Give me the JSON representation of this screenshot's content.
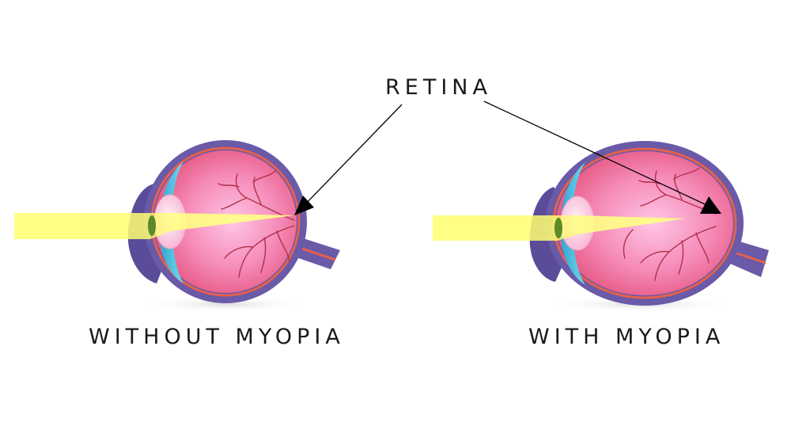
{
  "labels": {
    "retina": "RETINA",
    "without_myopia": "WITHOUT MYOPIA",
    "with_myopia": "WITH MYOPIA"
  },
  "colors": {
    "sclera": "#6a5aa8",
    "retina_line": "#e8604a",
    "cornea": "#4fc3e0",
    "vitreous": "#f07aa8",
    "lens": "#ffd0e4",
    "light_beam": "#ffff70",
    "vessels": "#b2304a",
    "arrow": "#000000"
  }
}
